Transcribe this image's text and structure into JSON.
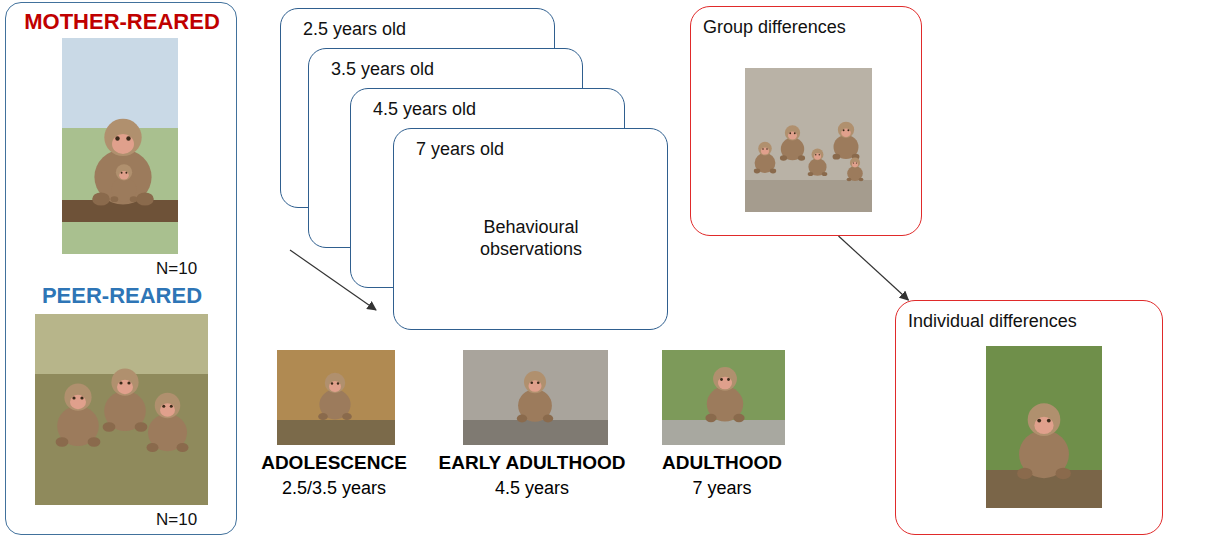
{
  "diagram": {
    "nodes": [
      {
        "text": [
          "MOTHER-REARED",
          "N=10",
          "PEER-REARED",
          "N=10"
        ]
      },
      {
        "text": [
          "2.5 years old"
        ]
      },
      {
        "text": [
          "3.5 years old"
        ]
      },
      {
        "text": [
          "4.5 years old"
        ]
      },
      {
        "text": [
          "7 years old",
          "Behavioural observations"
        ]
      },
      {
        "text": [
          "Group differences"
        ]
      },
      {
        "text": [
          "Individual differences"
        ]
      }
    ],
    "edges": [
      {
        "from": 5,
        "to": 6,
        "arrow": "to"
      }
    ],
    "labels": [
      "ADOLESCENCE",
      "2.5/3.5 years",
      "EARLY ADULTHOOD",
      "4.5 years",
      "ADULTHOOD",
      "7 years"
    ]
  }
}
